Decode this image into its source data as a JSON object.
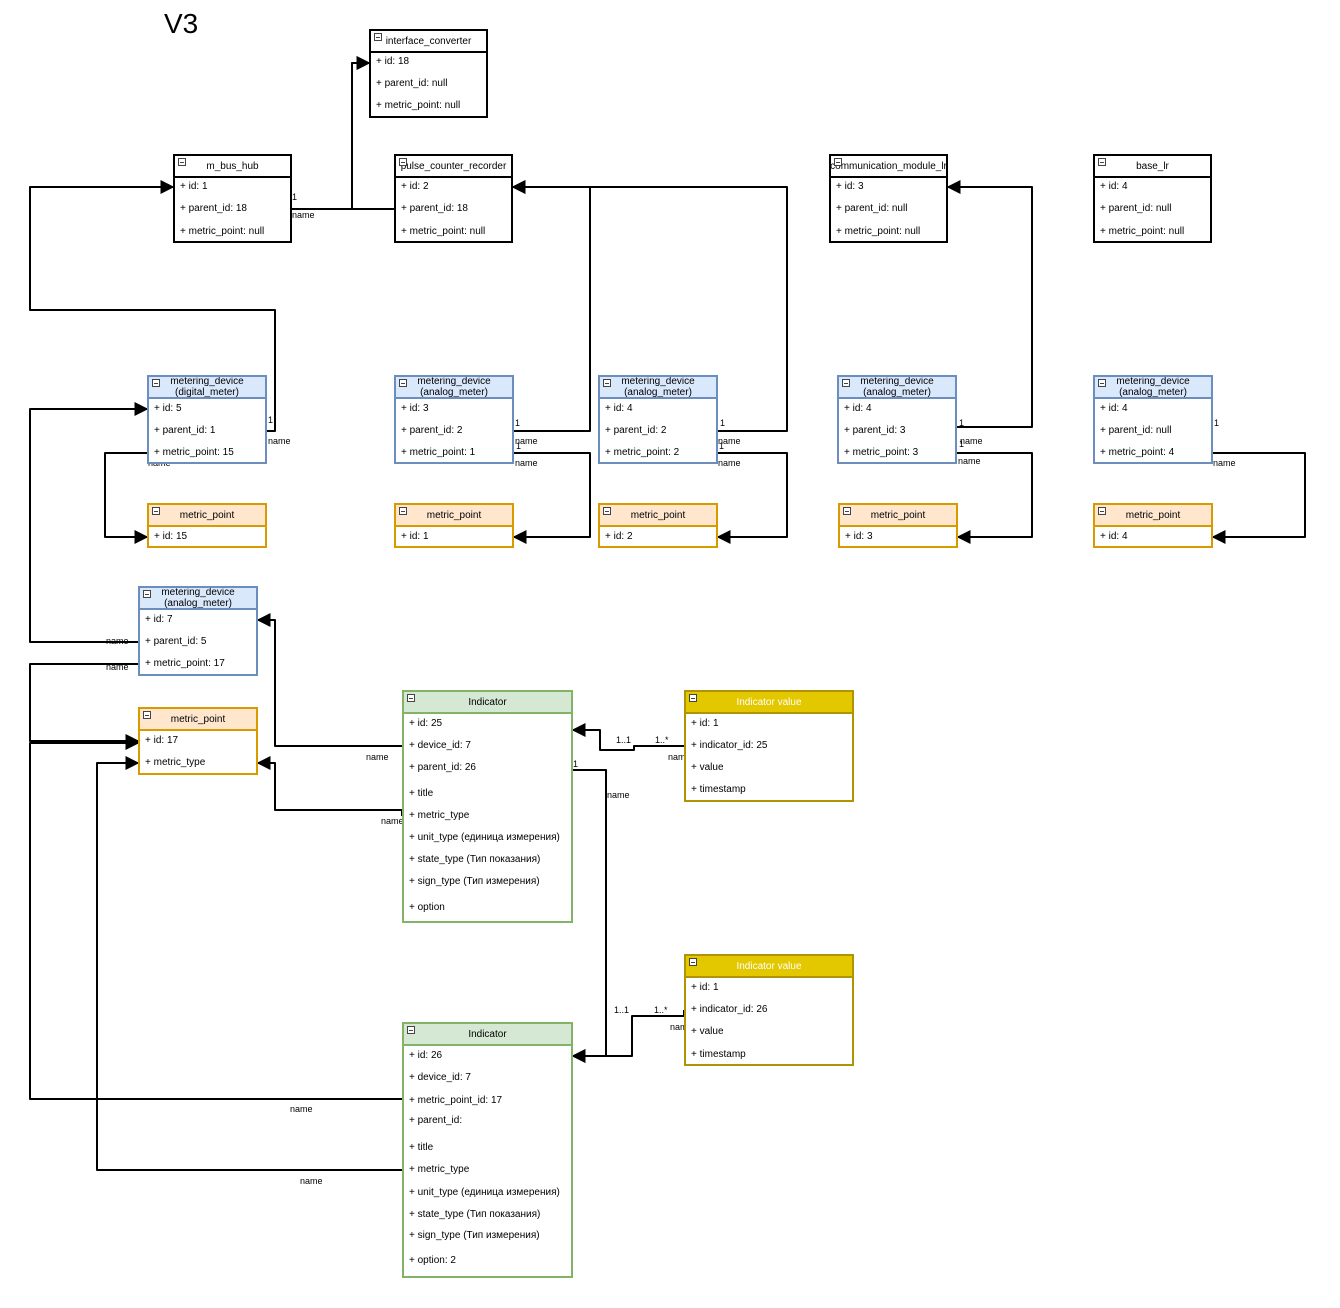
{
  "page_title": "V3",
  "styles": {
    "plain": {
      "border": "#000000",
      "header_bg": "#ffffff",
      "header_text": "#000000"
    },
    "blue": {
      "border": "#6c8ebf",
      "header_bg": "#dae8fc",
      "header_text": "#000000"
    },
    "orange": {
      "border": "#d79b00",
      "header_bg": "#ffe6cc",
      "header_text": "#000000"
    },
    "green": {
      "border": "#82b366",
      "header_bg": "#d5e8d4",
      "header_text": "#000000"
    },
    "yellow": {
      "border": "#b09500",
      "header_bg": "#e3c800",
      "header_text": "#ffffff"
    }
  },
  "icon": "collapse-icon",
  "boxes": [
    {
      "id": "interface_converter",
      "style": "plain",
      "title": "interface_converter",
      "fields": [
        "+ id: 18",
        "+ parent_id: null",
        "+ metric_point: null"
      ]
    },
    {
      "id": "m_bus_hub",
      "style": "plain",
      "title": "m_bus_hub",
      "fields": [
        "+ id: 1",
        "+ parent_id: 18",
        "+ metric_point: null"
      ]
    },
    {
      "id": "pulse_counter_recorder",
      "style": "plain",
      "title": "pulse_counter_recorder",
      "fields": [
        "+ id: 2",
        "+ parent_id: 18",
        "+ metric_point: null"
      ]
    },
    {
      "id": "communication_module_lr",
      "style": "plain",
      "title": "communication_module_lr",
      "fields": [
        "+ id: 3",
        "+ parent_id: null",
        "+ metric_point: null"
      ]
    },
    {
      "id": "base_lr",
      "style": "plain",
      "title": "base_lr",
      "fields": [
        "+ id: 4",
        "+ parent_id: null",
        "+ metric_point: null"
      ]
    },
    {
      "id": "md_digital_5",
      "style": "blue",
      "title": "metering_device\n(digital_meter)",
      "fields": [
        "+ id: 5",
        "+ parent_id: 1",
        "+ metric_point: 15"
      ]
    },
    {
      "id": "md_analog_3",
      "style": "blue",
      "title": "metering_device\n(analog_meter)",
      "fields": [
        "+ id: 3",
        "+ parent_id: 2",
        "+ metric_point: 1"
      ]
    },
    {
      "id": "md_analog_4a",
      "style": "blue",
      "title": "metering_device\n(analog_meter)",
      "fields": [
        "+ id: 4",
        "+ parent_id: 2",
        "+ metric_point: 2"
      ]
    },
    {
      "id": "md_analog_4b",
      "style": "blue",
      "title": "metering_device\n(analog_meter)",
      "fields": [
        "+ id: 4",
        "+ parent_id: 3",
        "+ metric_point: 3"
      ]
    },
    {
      "id": "md_analog_4c",
      "style": "blue",
      "title": "metering_device\n(analog_meter)",
      "fields": [
        "+ id: 4",
        "+ parent_id: null",
        "+ metric_point: 4"
      ]
    },
    {
      "id": "mp_15",
      "style": "orange",
      "title": "metric_point",
      "fields": [
        "+ id: 15"
      ]
    },
    {
      "id": "mp_1",
      "style": "orange",
      "title": "metric_point",
      "fields": [
        "+ id: 1"
      ]
    },
    {
      "id": "mp_2",
      "style": "orange",
      "title": "metric_point",
      "fields": [
        "+ id: 2"
      ]
    },
    {
      "id": "mp_3",
      "style": "orange",
      "title": "metric_point",
      "fields": [
        "+ id: 3"
      ]
    },
    {
      "id": "mp_4",
      "style": "orange",
      "title": "metric_point",
      "fields": [
        "+ id: 4"
      ]
    },
    {
      "id": "md_analog_7",
      "style": "blue",
      "title": "metering_device\n(analog_meter)",
      "fields": [
        "+ id: 7",
        "+ parent_id: 5",
        "+ metric_point: 17"
      ]
    },
    {
      "id": "mp_17",
      "style": "orange",
      "title": "metric_point",
      "fields": [
        "+ id: 17",
        "+ metric_type"
      ]
    },
    {
      "id": "indicator_25",
      "style": "green",
      "title": "Indicator",
      "fields": [
        "+ id: 25",
        "+ device_id: 7",
        "+ parent_id: 26",
        "+ title",
        "+ metric_type",
        "+ unit_type (единица измерения)",
        "+ state_type (Тип показания)",
        "+ sign_type (Тип измерения)",
        "+ option"
      ]
    },
    {
      "id": "ivalue_25",
      "style": "yellow",
      "title": "Indicator value",
      "fields": [
        "+ id: 1",
        "+ indicator_id: 25",
        "+ value",
        "+ timestamp"
      ]
    },
    {
      "id": "ivalue_26",
      "style": "yellow",
      "title": "Indicator value",
      "fields": [
        "+ id: 1",
        "+ indicator_id: 26",
        "+ value",
        "+ timestamp"
      ]
    },
    {
      "id": "indicator_26",
      "style": "green",
      "title": "Indicator",
      "fields": [
        "+ id: 26",
        "+ device_id: 7",
        "+ metric_point_id: 17",
        "+ parent_id:",
        "+ title",
        "+ metric_type",
        "+ unit_type (единица измерения)",
        "+ state_type (Тип показания)",
        "+ sign_type (Тип измерения)",
        "+ option: 2"
      ]
    }
  ],
  "connectors": [
    {
      "id": "mbus-parent",
      "labels": [
        "1",
        "name"
      ]
    },
    {
      "id": "pulse-parent",
      "labels": [
        "1",
        "name"
      ]
    },
    {
      "id": "md5-parent",
      "labels": [
        "1",
        "name"
      ]
    },
    {
      "id": "md5-metric",
      "labels": [
        "1",
        "name"
      ]
    },
    {
      "id": "md3-parent",
      "labels": [
        "1",
        "name"
      ]
    },
    {
      "id": "md3-metric",
      "labels": [
        "1",
        "name"
      ]
    },
    {
      "id": "md4a-parent",
      "labels": [
        "1",
        "name"
      ]
    },
    {
      "id": "md4a-metric",
      "labels": [
        "1",
        "name"
      ]
    },
    {
      "id": "md4b-parent",
      "labels": [
        "1",
        "name"
      ]
    },
    {
      "id": "md4b-metric",
      "labels": [
        "1",
        "name"
      ]
    },
    {
      "id": "md4c-metric",
      "labels": [
        "1",
        "name"
      ]
    },
    {
      "id": "md7-parent",
      "labels": [
        "name",
        "1"
      ]
    },
    {
      "id": "md7-metric",
      "labels": [
        "name",
        "1"
      ]
    },
    {
      "id": "ind25-device",
      "labels": [
        "name",
        "1"
      ]
    },
    {
      "id": "ind25-metrictype",
      "labels": [
        "name",
        "1"
      ]
    },
    {
      "id": "ind25-parent",
      "labels": [
        "1",
        "name"
      ]
    },
    {
      "id": "ival25-ind",
      "labels": [
        "1..1",
        "1..*",
        "name",
        "1"
      ]
    },
    {
      "id": "ival26-ind",
      "labels": [
        "1..1",
        "1..*",
        "name",
        "1"
      ]
    },
    {
      "id": "ind26-metricpoint",
      "labels": [
        "name",
        "1"
      ]
    },
    {
      "id": "ind26-metrictype",
      "labels": [
        "name",
        "1"
      ]
    }
  ]
}
